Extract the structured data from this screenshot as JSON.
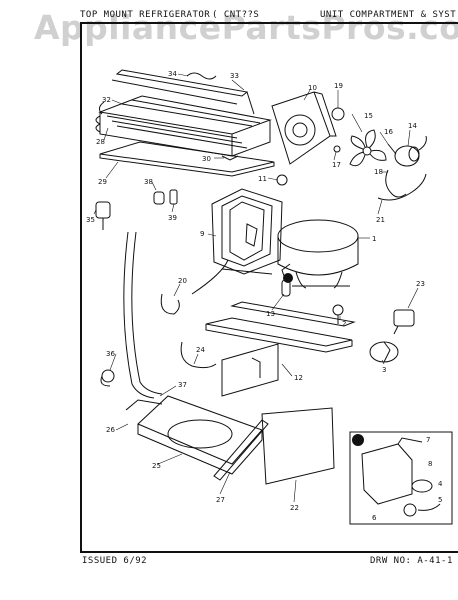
{
  "header": {
    "left": "TOP MOUNT REFRIGERATOR",
    "mid": "( CNT??S",
    "right": "UNIT COMPARTMENT & SYST"
  },
  "watermark": "AppliancePartsPros.com",
  "footer": {
    "issued": "ISSUED 6/92",
    "drawing_number": "DRW NO: A-41-1"
  },
  "callouts": [
    "34",
    "33",
    "10",
    "19",
    "32",
    "15",
    "16",
    "14",
    "28",
    "17",
    "30",
    "18",
    "11",
    "29",
    "38",
    "21",
    "39",
    "35",
    "9",
    "1",
    "20",
    "23",
    "13",
    "2",
    "36",
    "24",
    "12",
    "3",
    "37",
    "26",
    "25",
    "27",
    "22",
    "7",
    "8",
    "4",
    "5",
    "6"
  ],
  "inset_marker": "1"
}
